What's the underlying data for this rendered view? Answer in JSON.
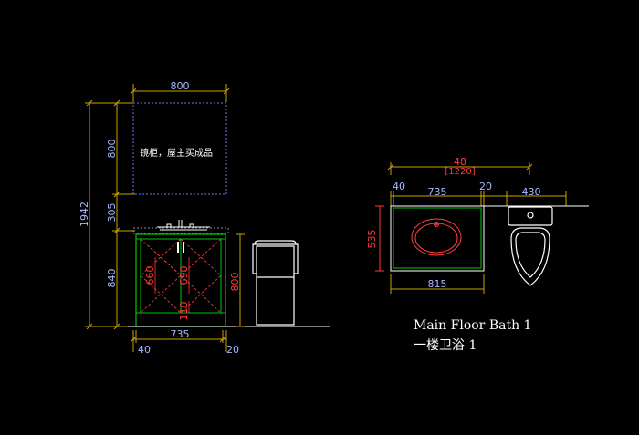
{
  "elevation": {
    "mirror_width": "800",
    "mirror_note": "镜柜，屋主买成品",
    "total_height": "1942",
    "mirror_height": "800",
    "gap_height": "305",
    "vanity_height": "840",
    "cabinet_width": "735",
    "left_offset": "40",
    "right_offset": "20",
    "door_left": "660",
    "door_right": "690",
    "toe_kick": "110",
    "cabinet_side": "800"
  },
  "plan": {
    "overall_in": "48",
    "overall_mm": "[1220]",
    "left_gap": "40",
    "vanity_width": "735",
    "mid_gap": "20",
    "toilet_width": "430",
    "depth": "535",
    "counter_width": "815"
  },
  "title": {
    "en": "Main Floor Bath 1",
    "cn": "一楼卫浴 1"
  },
  "colors": {
    "dimension": "#c8a500",
    "text_blue": "#a6b8ff",
    "text_red": "#ff3b3b",
    "cabinet": "#00c800",
    "door": "#ff4040",
    "mirror": "#6f73ff",
    "fixture": "#ffffff"
  }
}
